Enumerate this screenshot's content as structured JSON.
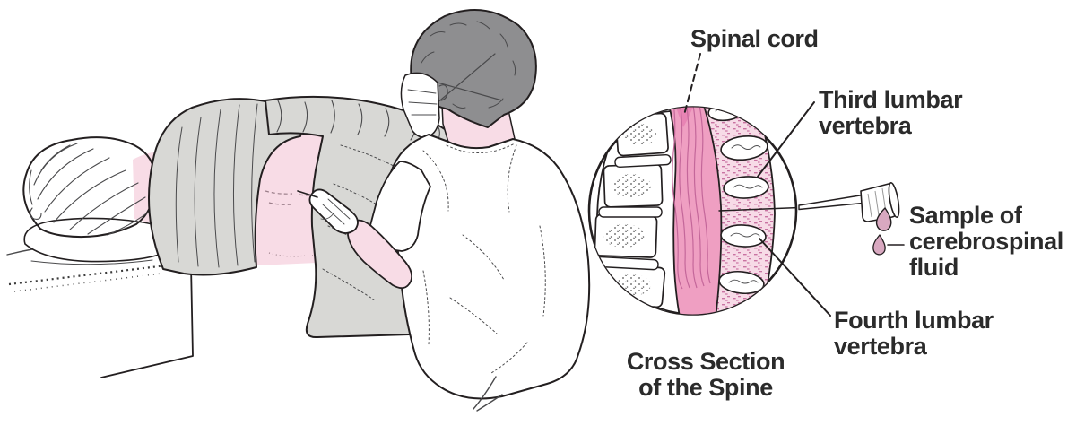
{
  "figure": {
    "type": "medical-illustration",
    "subject": "Lumbar puncture (spinal tap) procedure with spine cross-section inset",
    "labels": {
      "spinal_cord": "Spinal cord",
      "third_lumbar_line1": "Third lumbar",
      "third_lumbar_line2": "vertebra",
      "csf_line1": "Sample of",
      "csf_line2": "cerebrospinal",
      "csf_line3": "fluid",
      "fourth_lumbar_line1": "Fourth lumbar",
      "fourth_lumbar_line2": "vertebra",
      "caption_line1": "Cross Section",
      "caption_line2": "of the Spine"
    },
    "scene_elements": {
      "left": "Patient lying on side on exam table, covered by gray blanket, clinician in mask inserting needle in lower back",
      "right": "Circular inset: cross section of lumbar spine with needle drawing cerebrospinal fluid"
    },
    "colors": {
      "background": "#ffffff",
      "outline": "#231f20",
      "skin_pink": "#f8dce6",
      "spinal_cord_pink": "#ef9fc2",
      "cord_striation": "#c4679a",
      "tissue_light_pink": "#f7dbe7",
      "blanket_gray": "#d8d8d5",
      "clinician_hair_gray": "#8e8e90",
      "csf_fluid_mauve": "#d8a8c0"
    }
  }
}
